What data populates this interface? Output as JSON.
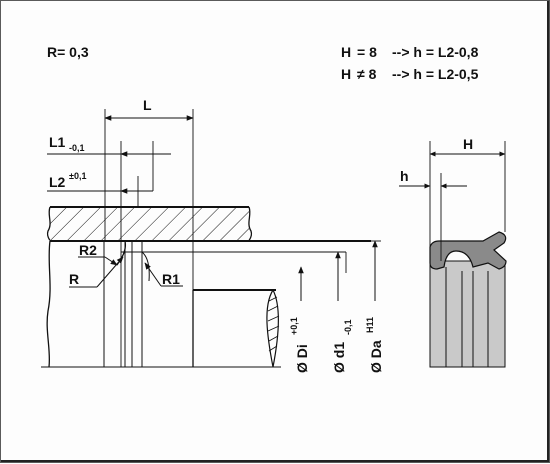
{
  "notes": {
    "radius": "R= 0,3",
    "rule_eq_h": "H",
    "rule_eq_op": "= 8",
    "rule_eq_result": "--> h = L2-0,8",
    "rule_neq_h": "H",
    "rule_neq_op": "≠ 8",
    "rule_neq_result": "--> h = L2-0,5"
  },
  "dimensions": {
    "L": "L",
    "L1": "L1",
    "L1_tol": "-0,1",
    "L2": "L2",
    "L2_tol": "±0,1",
    "H": "H",
    "h": "h"
  },
  "radii": {
    "R": "R",
    "R1": "R1",
    "R2": "R2"
  },
  "diameters": {
    "Di": "Ø Di",
    "Di_tol": "+0,1",
    "d1": "Ø d1",
    "d1_tol": "-0,1",
    "Da": "Ø Da",
    "Da_tol": "H11"
  },
  "colors": {
    "hatch": "#111111",
    "seal_fill": "#c9c9c9",
    "lip_fill": "#8a8a8a"
  }
}
